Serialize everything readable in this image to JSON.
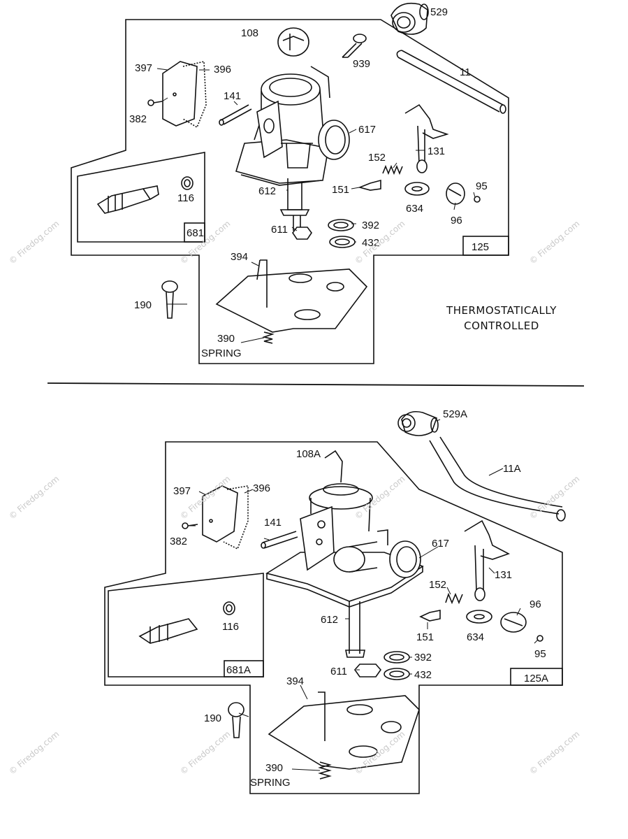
{
  "upper_diagram": {
    "box_labels": [
      "681",
      "125"
    ],
    "part_labels": {
      "p529": "529",
      "p108": "108",
      "p939": "939",
      "p11": "11",
      "p397": "397",
      "p396": "396",
      "p382": "382",
      "p141": "141",
      "p617": "617",
      "p131": "131",
      "p152": "152",
      "p151": "151",
      "p116": "116",
      "p612": "612",
      "p634": "634",
      "p95": "95",
      "p96": "96",
      "p611": "611",
      "p392": "392",
      "p432": "432",
      "p394": "394",
      "p190": "190",
      "p390": "390"
    },
    "spring_label": "SPRING",
    "caption_line1": "THERMOSTATICALLY",
    "caption_line2": "CONTROLLED"
  },
  "lower_diagram": {
    "box_labels": [
      "681A",
      "125A"
    ],
    "part_labels": {
      "p529": "529A",
      "p108": "108A",
      "p11": "11A",
      "p397": "397",
      "p396": "396",
      "p382": "382",
      "p141": "141",
      "p617": "617",
      "p131": "131",
      "p152": "152",
      "p151": "151",
      "p116": "116",
      "p612": "612",
      "p634": "634",
      "p96": "96",
      "p95": "95",
      "p611": "611",
      "p392": "392",
      "p432": "432",
      "p394": "394",
      "p190": "190",
      "p390": "390"
    },
    "spring_label": "SPRING"
  },
  "watermark": "© Firedog.com",
  "colors": {
    "line": "#111111",
    "paper": "#ffffff",
    "watermark": "#c9c9c9"
  }
}
